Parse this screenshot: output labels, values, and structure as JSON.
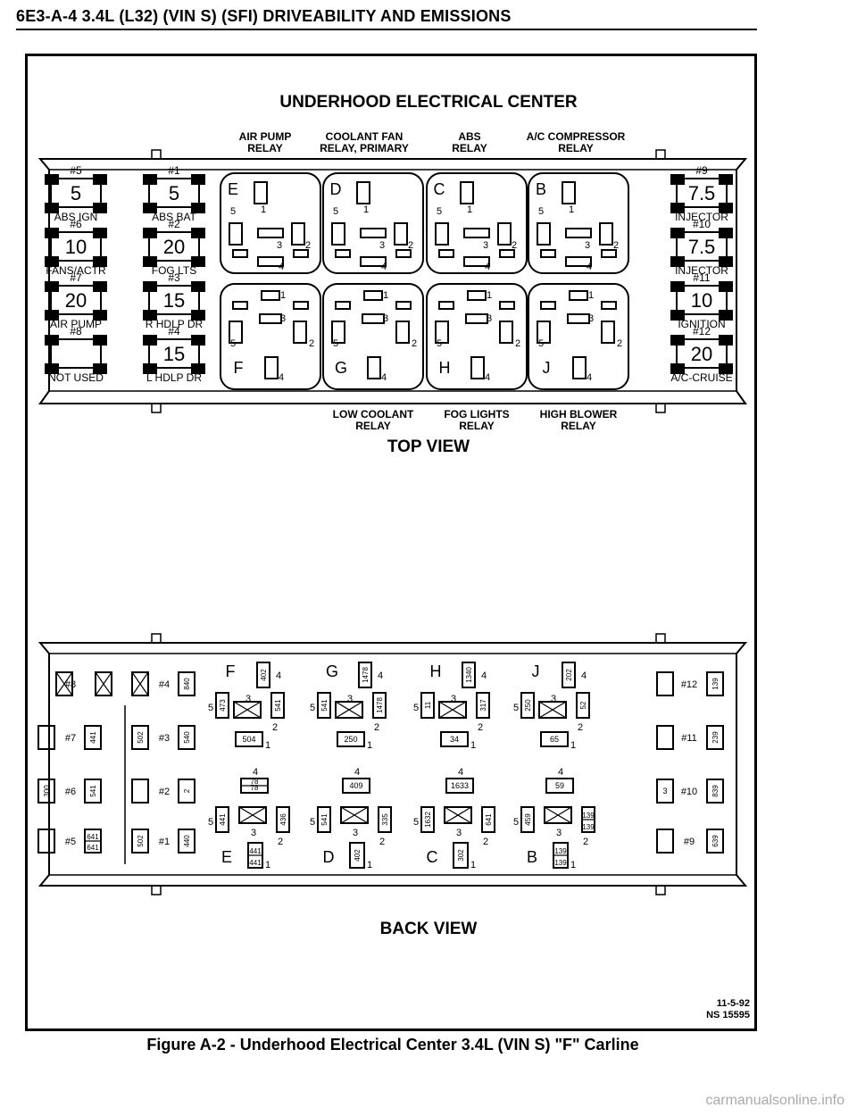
{
  "header": "6E3-A-4 3.4L (L32) (VIN S) (SFI) DRIVEABILITY AND EMISSIONS",
  "center_title": "UNDERHOOD ELECTRICAL CENTER",
  "top_labels": [
    {
      "line1": "AIR PUMP",
      "line2": "RELAY"
    },
    {
      "line1": "COOLANT FAN",
      "line2": "RELAY, PRIMARY"
    },
    {
      "line1": "ABS",
      "line2": "RELAY"
    },
    {
      "line1": "A/C COMPRESSOR",
      "line2": "RELAY"
    }
  ],
  "bottom_labels": [
    {
      "line1": "LOW COOLANT",
      "line2": "RELAY"
    },
    {
      "line1": "FOG LIGHTS",
      "line2": "RELAY"
    },
    {
      "line1": "HIGH BLOWER",
      "line2": "RELAY"
    }
  ],
  "top_view_title": "TOP VIEW",
  "back_view_title": "BACK VIEW",
  "left_fuses": [
    {
      "num": "#5",
      "amp": "5",
      "label": "ABS IGN"
    },
    {
      "num": "#1",
      "amp": "5",
      "label": "ABS BAT"
    },
    {
      "num": "#6",
      "amp": "10",
      "label": "FANS/ACTR"
    },
    {
      "num": "#2",
      "amp": "20",
      "label": "FOG LTS"
    },
    {
      "num": "#7",
      "amp": "20",
      "label": "AIR PUMP"
    },
    {
      "num": "#3",
      "amp": "15",
      "label": "R HDLP DR"
    },
    {
      "num": "#8",
      "amp": "",
      "label": "NOT USED"
    },
    {
      "num": "#4",
      "amp": "15",
      "label": "L HDLP DR"
    }
  ],
  "right_fuses": [
    {
      "num": "#9",
      "amp": "7.5",
      "label": "INJECTOR"
    },
    {
      "num": "#10",
      "amp": "7.5",
      "label": "INJECTOR"
    },
    {
      "num": "#11",
      "amp": "10",
      "label": "IGNITION"
    },
    {
      "num": "#12",
      "amp": "20",
      "label": "A/C-CRUISE"
    }
  ],
  "top_relays_upper": [
    "E",
    "D",
    "C",
    "B"
  ],
  "top_relays_lower": [
    "F",
    "G",
    "H",
    "J"
  ],
  "pin_numbers": {
    "p1": "1",
    "p2": "2",
    "p3": "3",
    "p4": "4",
    "p5": "5"
  },
  "back_left": [
    {
      "num": "#8",
      "wire": ""
    },
    {
      "num": "#4",
      "wire": "840"
    },
    {
      "num": "#7",
      "wire": "441"
    },
    {
      "num": "#3",
      "wire": "540",
      "wire_left": "502"
    },
    {
      "num": "#6",
      "wire": "541",
      "wire_left": "300"
    },
    {
      "num": "#2",
      "wire": "2"
    },
    {
      "num": "#5",
      "wire": "641 641"
    },
    {
      "num": "#1",
      "wire": "440",
      "wire_left": "502"
    }
  ],
  "back_right": [
    {
      "num": "#12",
      "wire": "139"
    },
    {
      "num": "#11",
      "wire": "239"
    },
    {
      "num": "#10",
      "wire": "839",
      "wire_left": "3"
    },
    {
      "num": "#9",
      "wire": "639"
    }
  ],
  "back_relays_upper": [
    {
      "letter": "F",
      "pin4": "402",
      "pin5": "473",
      "pin3box": "",
      "pin2": "541",
      "pin1": "504"
    },
    {
      "letter": "G",
      "pin4": "1478",
      "pin5": "541",
      "pin3box": "",
      "pin2": "1478",
      "pin1": "250"
    },
    {
      "letter": "H",
      "pin4": "1340",
      "pin5": "11",
      "pin3box": "",
      "pin2": "317",
      "pin1": "34"
    },
    {
      "letter": "J",
      "pin4": "202",
      "pin5": "250",
      "pin3box": "",
      "pin2": "52",
      "pin1": "65"
    }
  ],
  "back_relays_lower": [
    {
      "letter": "E",
      "pin4": "78 78",
      "pin5": "441",
      "pin2": "436",
      "pin1": "441 441"
    },
    {
      "letter": "D",
      "pin4": "409",
      "pin5": "541",
      "pin2": "335",
      "pin1": "402"
    },
    {
      "letter": "C",
      "pin4": "1633",
      "pin5": "1632",
      "pin2": "641",
      "pin1": "302"
    },
    {
      "letter": "B",
      "pin4": "59",
      "pin5": "459",
      "pin2": "139 139",
      "pin1": "139 139"
    }
  ],
  "drawing_number": {
    "line1": "11-5-92",
    "line2": "NS 15595"
  },
  "caption": "Figure A-2 - Underhood Electrical Center 3.4L (VIN S) \"F\" Carline",
  "watermark": "carmanualsonline.info"
}
